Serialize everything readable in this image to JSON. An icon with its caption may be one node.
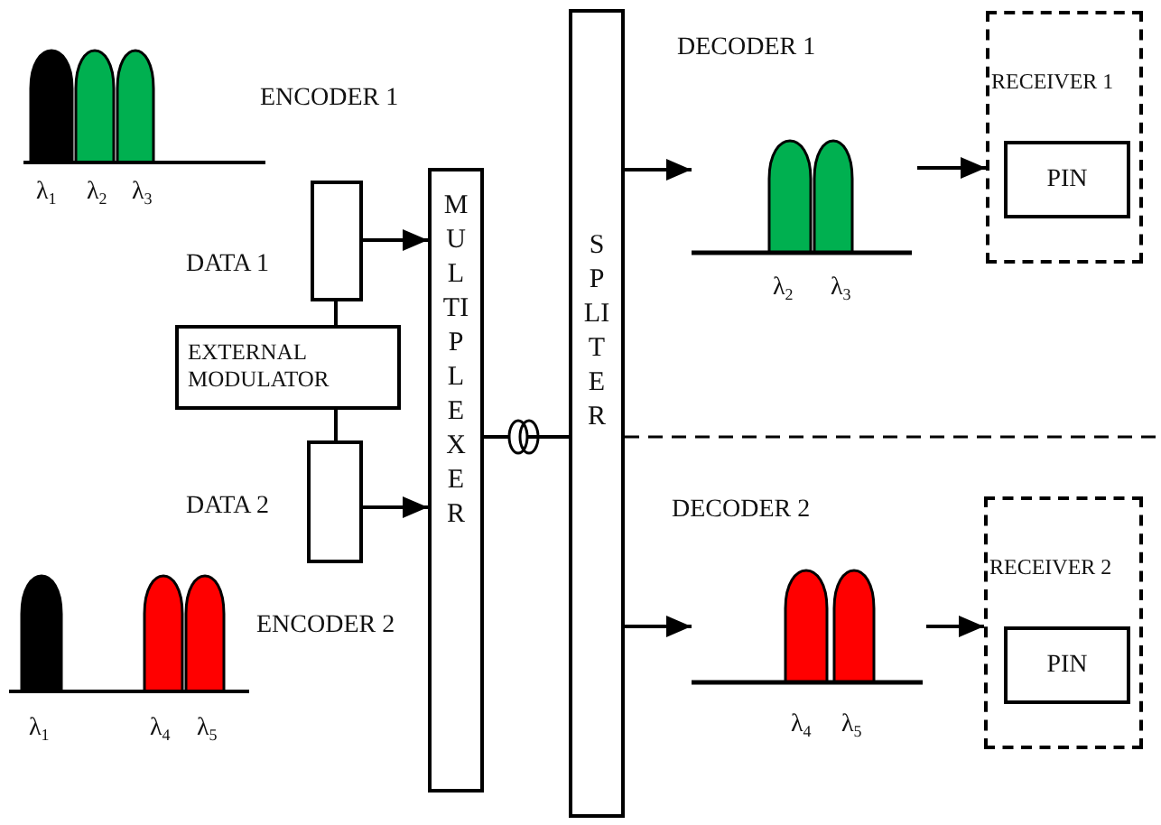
{
  "diagram": {
    "nodes": [
      {
        "text": [],
        "shape": "box",
        "beside": [
          "DATA 1"
        ]
      },
      {
        "text": [
          "EXTERNAL MODULATOR"
        ]
      },
      {
        "text": [],
        "shape": "box",
        "beside": [
          "DATA 2"
        ]
      },
      {
        "text": [
          "MULTIPLEXER"
        ]
      },
      {
        "text": [
          "SPLITER"
        ]
      },
      {
        "text": [
          "RECEIVER 1"
        ]
      },
      {
        "text": [
          "PIN"
        ],
        "in": 5
      },
      {
        "text": [
          "RECEIVER 2"
        ]
      },
      {
        "text": [
          "PIN"
        ],
        "in": 7
      },
      {
        "text": [],
        "shape": "picture"
      },
      {
        "text": [],
        "shape": "picture"
      }
    ],
    "edges": [
      {
        "from": 0,
        "to": 3,
        "arrow": "to"
      },
      {
        "from": 0,
        "to": 1,
        "arrow": "none"
      },
      {
        "from": 1,
        "to": 2,
        "arrow": "none"
      },
      {
        "from": 2,
        "to": 3,
        "arrow": "to"
      },
      {
        "from": 3,
        "to": 4,
        "arrow": "none"
      },
      {
        "from": 4,
        "to": 9,
        "arrow": "to"
      },
      {
        "from": 9,
        "to": 5,
        "arrow": "to"
      },
      {
        "from": 4,
        "to": 10,
        "arrow": "to"
      },
      {
        "from": 10,
        "to": 7,
        "arrow": "to"
      }
    ],
    "labels": [
      "ENCODER 1",
      "λ$_{1}$",
      "λ$_{2}$",
      "λ$_{3}$",
      "DECODER 1",
      "λ$_{2}$",
      "λ$_{3}$",
      "DECODER 2",
      "ENCODER 2",
      "λ$_{1}$",
      "λ$_{4}$",
      "λ$_{5}$",
      "λ$_{4}$",
      "λ$_{5}$"
    ]
  }
}
